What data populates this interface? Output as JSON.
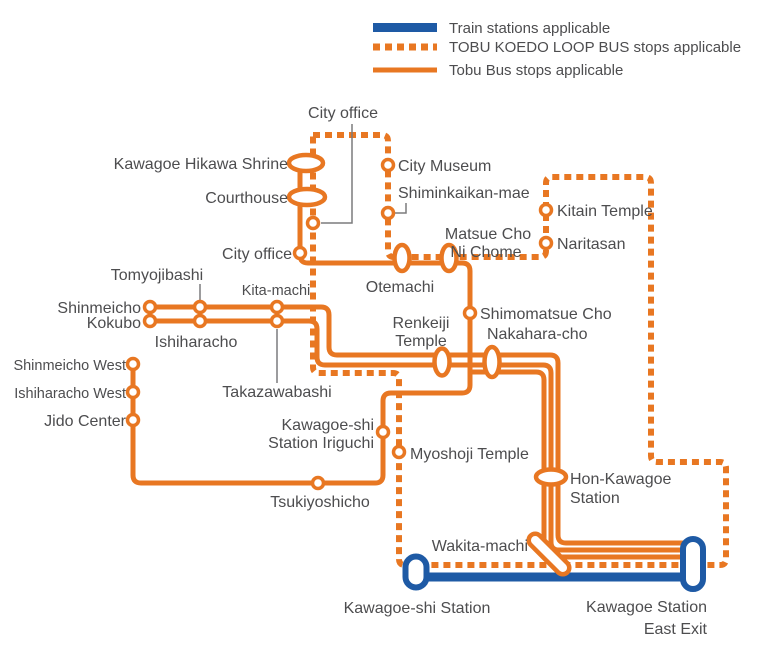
{
  "colors": {
    "route_orange": "#e87722",
    "train_blue": "#1e5aa5",
    "label_text": "#4d4d4f",
    "connector_gray": "#7b7b7d"
  },
  "legend": {
    "items": [
      {
        "type": "train-line",
        "label": "Train stations applicable"
      },
      {
        "type": "loop-bus-dashed-line",
        "label": "TOBU KOEDO LOOP BUS stops applicable"
      },
      {
        "type": "tobu-bus-solid-line",
        "label": "Tobu Bus stops applicable"
      }
    ]
  },
  "labels": {
    "city_office_top": "City office",
    "hikawa": "Kawagoe Hikawa Shrine",
    "courthouse": "Courthouse",
    "city_office": "City office",
    "city_museum": "City Museum",
    "shiminkaikan": "Shiminkaikan-mae",
    "matsue_1": "Matsue Cho",
    "matsue_2": "Ni Chome",
    "kitain": "Kitain Temple",
    "naritasan": "Naritasan",
    "otemachi": "Otemachi",
    "tomyojibashi": "Tomyojibashi",
    "kitamachi": "Kita-machi",
    "shinmeicho": "Shinmeicho",
    "kokubo": "Kokubo",
    "ishiharacho": "Ishiharacho",
    "takazawabashi": "Takazawabashi",
    "shinmeicho_west": "Shinmeicho West",
    "ishiharacho_west": "Ishiharacho West",
    "jido_center": "Jido Center",
    "renkeiji_1": "Renkeiji",
    "renkeiji_2": "Temple",
    "shimomatsue": "Shimomatsue Cho",
    "nakahara": "Nakahara-cho",
    "iriguchi_1": "Kawagoe-shi",
    "iriguchi_2": "Station Iriguchi",
    "myoshoji": "Myoshoji Temple",
    "tsukiyoshicho": "Tsukiyoshicho",
    "honkawagoe_1": "Hon-Kawagoe",
    "honkawagoe_2": "Station",
    "wakita": "Wakita-machi",
    "kawagoeshi_station": "Kawagoe-shi Station",
    "kawagoe_station_1": "Kawagoe Station",
    "kawagoe_station_2": "East Exit"
  }
}
